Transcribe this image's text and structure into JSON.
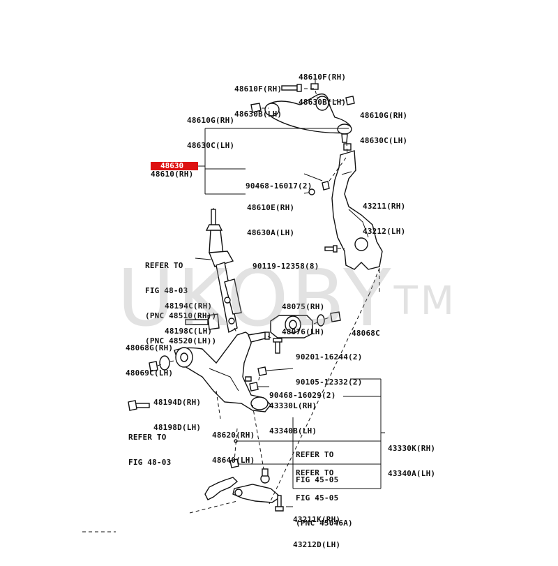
{
  "labels": {
    "l1": [
      "48610F(RH)",
      "48630B(LH)"
    ],
    "l2": [
      "48610F(RH)",
      "48630B(LH)"
    ],
    "l3": [
      "48610G(RH)",
      "48630C(LH)"
    ],
    "l4": [
      "48610G(RH)",
      "48630C(LH)"
    ],
    "l5": [
      "48610(RH)"
    ],
    "highlight": "48630",
    "l6": [
      "90468-16017(2)"
    ],
    "l7": [
      "48610E(RH)",
      "48630A(LH)"
    ],
    "l8": [
      "43211(RH)",
      "43212(LH)"
    ],
    "l9": [
      "REFER TO",
      "FIG 48-03",
      "(PNC 48510(RH))",
      "(PNC 48520(LH))"
    ],
    "l10": [
      "90119-12358(8)"
    ],
    "l11": [
      "48194C(RH)",
      "48198C(LH)"
    ],
    "l12": [
      "48075(RH)",
      "48076(LH)"
    ],
    "l13": [
      "48068C"
    ],
    "l14": [
      "48068G(RH)",
      "48069C(LH)"
    ],
    "l15": [
      "90201-16244(2)",
      "90105-12332(2)"
    ],
    "l16": [
      "90468-16029(2)"
    ],
    "l17": [
      "48194D(RH)",
      "48198D(LH)"
    ],
    "l18": [
      "43330L(RH)",
      "43340B(LH)"
    ],
    "l19": [
      "REFER TO",
      "FIG 48-03"
    ],
    "l20": [
      "48620(RH)",
      "48640(LH)"
    ],
    "l21": [
      "43330K(RH)",
      "43340A(LH)"
    ],
    "l22": [
      "REFER TO",
      "FIG 45-05"
    ],
    "l23": [
      "REFER TO",
      "FIG 45-05",
      "(PNC 45046A)"
    ],
    "l24": [
      "43211K(RH)",
      "43212D(LH)"
    ]
  },
  "watermark": "UKOBY",
  "watermark_mark": "TM",
  "colors": {
    "highlight": "#dd1111",
    "ink": "#111111",
    "watermark": "#969696"
  }
}
